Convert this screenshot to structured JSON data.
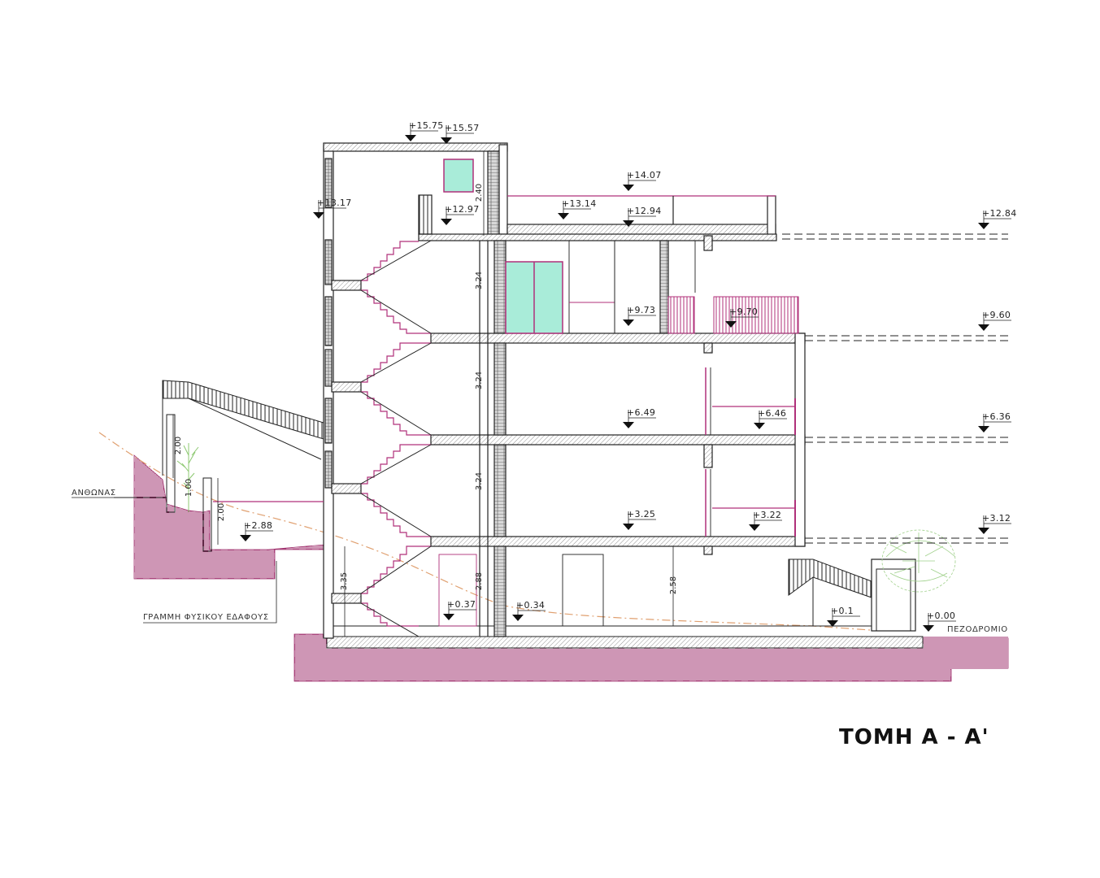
{
  "title": "ΤΟΜΗ Α - Α'",
  "colors": {
    "outline": "#222222",
    "magenta": "#b0307a",
    "glass": "#a9ecd9",
    "ground": "#9e2d6b",
    "terrain": "#e0a070",
    "tree": "#8cc870"
  },
  "elevations": [
    {
      "label": "+15.75"
    },
    {
      "label": "+15.57"
    },
    {
      "label": "+14.07"
    },
    {
      "label": "+13.17"
    },
    {
      "label": "+13.14"
    },
    {
      "label": "+12.97"
    },
    {
      "label": "+12.94"
    },
    {
      "label": "+12.84"
    },
    {
      "label": "+9.73"
    },
    {
      "label": "+9.70"
    },
    {
      "label": "+9.60"
    },
    {
      "label": "+6.49"
    },
    {
      "label": "+6.46"
    },
    {
      "label": "+6.36"
    },
    {
      "label": "+3.25"
    },
    {
      "label": "+3.22"
    },
    {
      "label": "+3.12"
    },
    {
      "label": "+2.88"
    },
    {
      "label": "+0.37"
    },
    {
      "label": "+0.34"
    },
    {
      "label": "+0.1"
    },
    {
      "label": "+0.00"
    }
  ],
  "dimensions": [
    {
      "label": "2.40"
    },
    {
      "label": "3.24"
    },
    {
      "label": "3.24"
    },
    {
      "label": "3.24"
    },
    {
      "label": "2.88"
    },
    {
      "label": "2.58"
    },
    {
      "label": "3.35"
    },
    {
      "label": "2.00"
    },
    {
      "label": "2.00"
    },
    {
      "label": "1.00"
    }
  ],
  "notes": {
    "planter": "ΑΝΘΩΝΑΣ",
    "natural_ground": "ΓΡΑΜΜΗ ΦΥΣΙΚΟΥ ΕΔΑΦΟΥΣ",
    "sidewalk": "ΠΕΖΟΔΡΟΜΙΟ"
  }
}
